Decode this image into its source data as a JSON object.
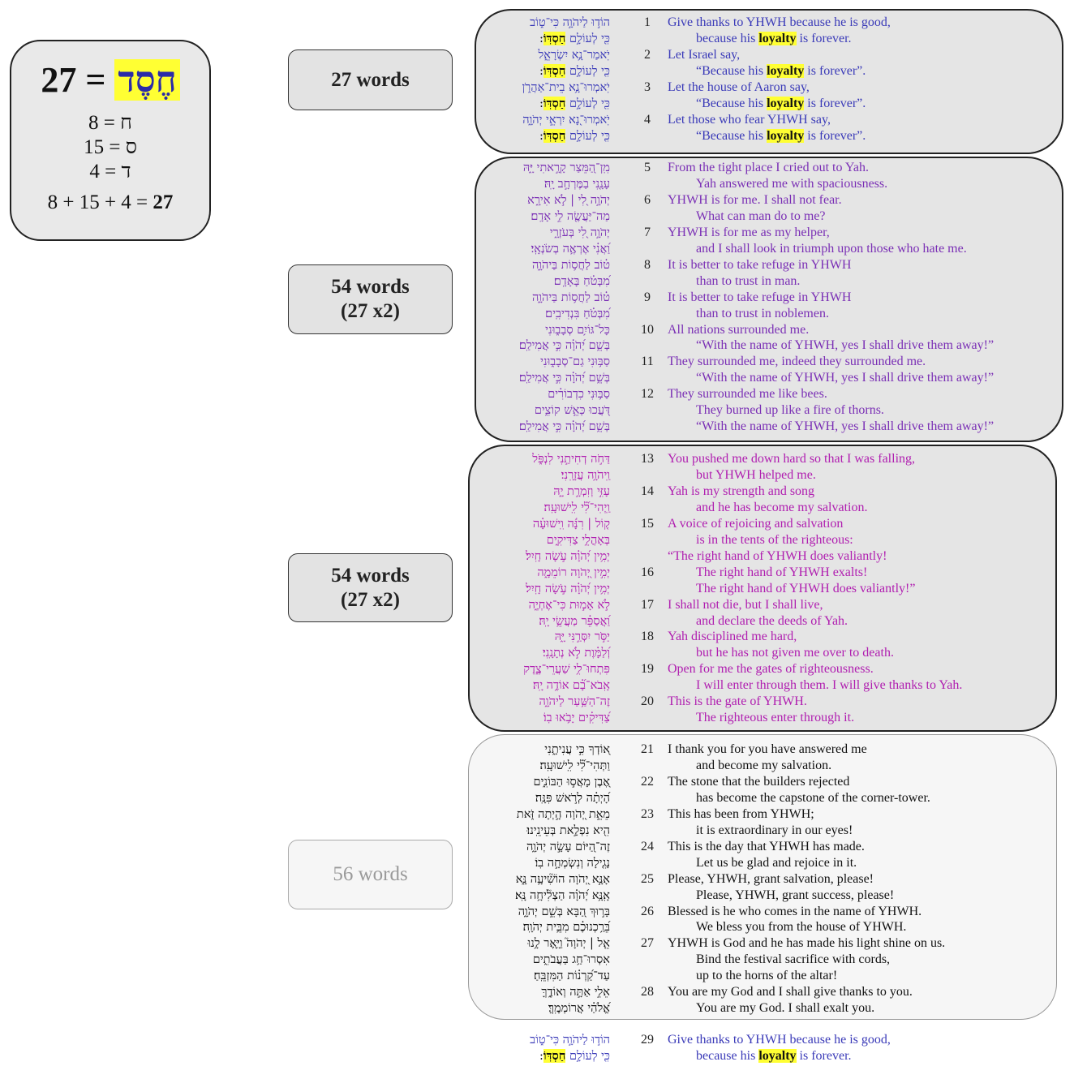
{
  "gematria": {
    "number": "27",
    "equals": "=",
    "word": "חֶסֶד",
    "rows": [
      "8 = ח",
      "15 = ס",
      "4 = ד"
    ],
    "sum_text": "8 + 15 + 4 = ",
    "sum_total": "27"
  },
  "colors": {
    "blue": "#3a3ab8",
    "purple": "#7a2fb5",
    "magenta": "#b01eb0",
    "black": "#111111",
    "highlight": "#ffff33"
  },
  "word_counts": [
    {
      "l1": "27 words",
      "l2": ""
    },
    {
      "l1": "54 words",
      "l2": "(27 x2)"
    },
    {
      "l1": "54 words",
      "l2": "(27 x2)"
    },
    {
      "l1": "56 words",
      "l2": ""
    }
  ],
  "lines": [
    {
      "h": "הוֹד֣וּ לַיהֹוָ֣ה כִּי־ט֑וֹב",
      "n": "1",
      "e": "Give thanks to YHWH because he is good,",
      "c": "blue"
    },
    {
      "h": "כִּ֖י לְעוֹלָ֣ם ",
      "hh": "חַסְדּֽוֹ",
      "ht": ":",
      "n": "",
      "e": "because his ",
      "ehh": "loyalty",
      "et": " is forever.",
      "c": "blue",
      "ind": true
    },
    {
      "h": "יֹֽאמַר־נָ֥א יִשְׂרָאֵ֑ל",
      "n": "2",
      "e": "Let Israel say,",
      "c": "blue"
    },
    {
      "h": "כִּ֖י לְעוֹלָ֣ם ",
      "hh": "חַסְדּֽוֹ",
      "ht": ":",
      "n": "",
      "e": "“Because his ",
      "ehh": "loyalty",
      "et": " is forever”.",
      "c": "blue",
      "ind": true
    },
    {
      "h": "יֹֽאמְרוּ־נָ֥א בֵית־אַהֲרֹ֑ן",
      "n": "3",
      "e": "Let the house of Aaron say,",
      "c": "blue"
    },
    {
      "h": "כִּ֖י לְעוֹלָ֣ם ",
      "hh": "חַסְדּֽוֹ",
      "ht": ":",
      "n": "",
      "e": "“Because his ",
      "ehh": "loyalty",
      "et": " is forever”.",
      "c": "blue",
      "ind": true
    },
    {
      "h": "יֹֽאמְרוּ־נָ֭א יִרְאֵ֣י יְהֹוָ֑ה",
      "n": "4",
      "e": "Let those who fear YHWH say,",
      "c": "blue"
    },
    {
      "h": "כִּ֖י לְעוֹלָ֣ם ",
      "hh": "חַסְדּֽוֹ",
      "ht": ":",
      "n": "",
      "e": "“Because his ",
      "ehh": "loyalty",
      "et": " is forever”.",
      "c": "blue",
      "ind": true
    },
    {
      "h": "מִֽן־הַ֭מֵּצַר קָרָ֣אתִי יָּ֑הּ",
      "n": "5",
      "e": "From the tight place I cried out to Yah.",
      "c": "purple"
    },
    {
      "h": "עָנָ֖נִי בַמֶּרְחָ֣ב יָֽהּ׃",
      "n": "",
      "e": "Yah answered me with spaciousness.",
      "c": "purple",
      "ind": true
    },
    {
      "h": "יְהֹוָ֣ה לִ֭י | לֹ֣א אִירָ֑א",
      "n": "6",
      "e": "YHWH is for me. I shall not fear.",
      "c": "purple"
    },
    {
      "h": "מַה־יַּעֲשֶׂ֖ה לִ֣י אָדָֽם׃",
      "n": "",
      "e": "What can man do to me?",
      "c": "purple",
      "ind": true
    },
    {
      "h": "יְהֹוָ֣ה לִ֭י בְּעֹזְרָ֑י",
      "n": "7",
      "e": "YHWH is for me as my helper,",
      "c": "purple"
    },
    {
      "h": "וַ֝אֲנִ֗י אֶרְאֶ֥ה בְשֹׂנְאָֽי׃",
      "n": "",
      "e": "and I shall look in triumph upon those who hate me.",
      "c": "purple",
      "ind": true
    },
    {
      "h": "ט֗וֹב לַחֲס֥וֹת בַּיהֹוָ֑ה",
      "n": "8",
      "e": "It is better to take refuge in YHWH",
      "c": "purple"
    },
    {
      "h": "מִ֝בְּטֹ֗חַ בָּאָדָֽם׃",
      "n": "",
      "e": "than to trust in man.",
      "c": "purple",
      "ind": true
    },
    {
      "h": "ט֗וֹב לַחֲס֥וֹת בַּיהֹוָ֑ה",
      "n": "9",
      "e": "It is better to take refuge in YHWH",
      "c": "purple"
    },
    {
      "h": "מִ֝בְּטֹ֗חַ בִּנְדִיבִֽים׃",
      "n": "",
      "e": "than to trust in noblemen.",
      "c": "purple",
      "ind": true
    },
    {
      "h": "כָּל־גּוֹיִ֥ם סְבָב֑וּנִי",
      "n": "10",
      "e": "All nations surrounded me.",
      "c": "purple"
    },
    {
      "h": "בְּשֵׁ֥ם יְ֝הֹוָ֗ה כִּ֣י אֲמִילַֽם׃",
      "n": "",
      "e": "“With the name of YHWH, yes I shall drive them away!”",
      "c": "purple",
      "ind": true
    },
    {
      "h": "סַבּ֥וּנִי גַם־סְבָב֑וּנִי",
      "n": "11",
      "e": "They surrounded me, indeed they surrounded me.",
      "c": "purple"
    },
    {
      "h": "בְּשֵׁ֥ם יְ֝הֹוָ֗ה כִּ֣י אֲמִילַֽם׃",
      "n": "",
      "e": "“With the name of YHWH, yes I shall drive them away!”",
      "c": "purple",
      "ind": true
    },
    {
      "h": "סַבּ֥וּנִי כִדְבוֹרִ֗ים",
      "n": "12",
      "e": "They surrounded me like bees.",
      "c": "purple"
    },
    {
      "h": "דֹּ֭עֲכוּ כְּאֵ֣שׁ קוֹצִ֑ים",
      "n": "",
      "e": "They burned up like a fire of thorns.",
      "c": "purple",
      "ind": true
    },
    {
      "h": "בְּשֵׁ֥ם יְ֝הֹוָ֗ה כִּ֣י אֲמִילַֽם׃",
      "n": "",
      "e": "“With the name of YHWH, yes I shall drive them away!”",
      "c": "purple",
      "ind": true
    },
    {
      "h": "דַּחֹ֣ה דְחִיתַ֣נִי לִנְפֹּ֑ל",
      "n": "13",
      "e": "You pushed me down hard so that I was falling,",
      "c": "magenta"
    },
    {
      "h": "וַֽיהֹוָ֥ה עֲזָרָֽנִי׃",
      "n": "",
      "e": "but YHWH helped me.",
      "c": "magenta",
      "ind": true
    },
    {
      "h": "עָזִּ֣י וְזִמְרָ֣ת יָ֑הּ",
      "n": "14",
      "e": "Yah is my strength and song",
      "c": "magenta"
    },
    {
      "h": "וַֽיְהִי־לִ֝֗י לִֽישׁוּעָֽה׃",
      "n": "",
      "e": "and he has become my salvation.",
      "c": "magenta",
      "ind": true
    },
    {
      "h": "ק֤וֹל | רִנָּ֬ה וִֽישׁוּעָ֗ה",
      "n": "15",
      "e": "A voice of rejoicing and salvation",
      "c": "magenta"
    },
    {
      "h": "בְּאָהֳלֵ֥י צַדִּיקִ֑ים",
      "n": "",
      "e": "is in the tents of the righteous:",
      "c": "magenta",
      "ind": true
    },
    {
      "h": "יְמִ֥ין יְ֝הֹוָ֗ה עֹ֣שָׂה חָֽיִל׃",
      "n": "",
      "e": "“The right hand of YHWH does valiantly!",
      "c": "magenta"
    },
    {
      "h": "יְמִ֣ין יְ֭הֹוָה רוֹמֵמָ֑ה",
      "n": "16",
      "e": "The right hand of YHWH exalts!",
      "c": "magenta",
      "ind": true
    },
    {
      "h": "יְמִ֥ין יְ֝הֹוָ֗ה עֹ֣שָׂה חָֽיִל׃",
      "n": "",
      "e": "The right hand of YHWH does valiantly!”",
      "c": "magenta",
      "ind": true
    },
    {
      "h": "לֹ֣א אָמ֣וּת כִּי־אֶחְיֶ֑ה",
      "n": "17",
      "e": "I shall not die, but I shall live,",
      "c": "magenta"
    },
    {
      "h": "וַ֝אֲסַפֵּ֗ר מַעֲשֵׂ֥י יָֽהּ׃",
      "n": "",
      "e": "and declare the deeds of Yah.",
      "c": "magenta",
      "ind": true
    },
    {
      "h": "יַסֹּ֣ר יִסְּרַ֣נִּי יָּ֑הּ",
      "n": "18",
      "e": "Yah disciplined me hard,",
      "c": "magenta"
    },
    {
      "h": "וְ֝לַמָּ֗וֶת לֹ֣א נְתָנָֽנִי׃",
      "n": "",
      "e": "but he has not given me over to death.",
      "c": "magenta",
      "ind": true
    },
    {
      "h": "פִּתְחוּ־לִ֥י שַׁעֲרֵי־צֶ֑דֶק",
      "n": "19",
      "e": "Open for me the gates of righteousness.",
      "c": "magenta"
    },
    {
      "h": "אָֽבֹא־בָ֝֗ם אוֹדֶ֥ה יָֽהּ׃",
      "n": "",
      "e": "I will enter through them. I will give thanks to Yah.",
      "c": "magenta",
      "ind": true
    },
    {
      "h": "זֶה־הַשַּׁ֥עַר לַיהֹוָ֑ה",
      "n": "20",
      "e": "This is the gate of YHWH.",
      "c": "magenta"
    },
    {
      "h": "צַ֝דִּיקִ֗ים יָבֹ֥אוּ בֽוֹ׃",
      "n": "",
      "e": "The righteous enter through it.",
      "c": "magenta",
      "ind": true
    },
    {
      "h": "א֭וֹדְךָ כִּ֣י עֲנִיתָ֑נִי",
      "n": "21",
      "e": "I thank you for you have answered me",
      "c": "black"
    },
    {
      "h": "וַתְּהִי־לִ֝֗י לִֽישׁוּעָֽה׃",
      "n": "",
      "e": "and become my salvation.",
      "c": "black",
      "ind": true
    },
    {
      "h": "אֶ֭בֶן מָאֲס֣וּ הַבּוֹנִ֑ים",
      "n": "22",
      "e": "The stone that the builders rejected",
      "c": "black"
    },
    {
      "h": "הָ֝יְתָ֗ה לְרֹ֣אשׁ פִּנָּֽה׃",
      "n": "",
      "e": "has become the capstone of the corner-tower.",
      "c": "black",
      "ind": true
    },
    {
      "h": "מֵאֵ֣ת יְ֭הֹוָה הָ֣יְתָה זֹּ֑את",
      "n": "23",
      "e": "This has been from YHWH;",
      "c": "black"
    },
    {
      "h": "הִ֖יא נִפְלָ֣את בְּעֵינֵֽינוּ׃",
      "n": "",
      "e": "it is extraordinary in our eyes!",
      "c": "black",
      "ind": true
    },
    {
      "h": "זֶה־הַ֭יּוֹם עָשָׂ֣ה יְהֹוָ֑ה",
      "n": "24",
      "e": "This is the day that YHWH has made.",
      "c": "black"
    },
    {
      "h": "נָגִ֖ילָה וְנִשְׂמְחָ֣ה בֽוֹ׃",
      "n": "",
      "e": "Let us be glad and rejoice in it.",
      "c": "black",
      "ind": true
    },
    {
      "h": "אָנָּ֣א יְ֭הֹוָה הוֹשִׁ֘יעָ֥ה נָּ֑א",
      "n": "25",
      "e": "Please, YHWH, grant salvation, please!",
      "c": "black"
    },
    {
      "h": "אָֽנָּ֥א יְ֝הֹוָ֗ה הַצְלִ֘יחָ֥ה נָּֽא׃",
      "n": "",
      "e": "Please, YHWH, grant success, please!",
      "c": "black",
      "ind": true
    },
    {
      "h": "בָּר֣וּךְ הַ֭בָּא בְּשֵׁ֣ם יְהֹוָ֑ה",
      "n": "26",
      "e": "Blessed is he who comes in the name of YHWH.",
      "c": "black"
    },
    {
      "h": "בֵּ֝רַ֥כְנוּכֶ֗ם מִבֵּ֥ית יְהֹוָֽה׃",
      "n": "",
      "e": "We bless you from the house of YHWH.",
      "c": "black",
      "ind": true
    },
    {
      "h": "אֵ֤ל | יְהֹוָה֮ וַיָּ֪אֶר לָ֥נוּ",
      "n": "27",
      "e": "YHWH is God and he has made his light shine on us.",
      "c": "black"
    },
    {
      "h": "אִסְרוּ־חַ֥ג בַּעֲבֹתִ֑ים",
      "n": "",
      "e": "Bind the festival sacrifice with cords,",
      "c": "black",
      "ind": true
    },
    {
      "h": "עַד־קַ֝רְנ֗וֹת הַמִּזְבֵּֽחַ׃",
      "n": "",
      "e": "up to the horns of the altar!",
      "c": "black",
      "ind": true
    },
    {
      "h": "אֵלִ֣י אַתָּ֣ה וְאוֹדֶ֑ךָּ",
      "n": "28",
      "e": "You are my God and I shall give thanks to you.",
      "c": "black"
    },
    {
      "h": "אֱ֝לֹהַ֗י אֲרוֹמְמֶֽךָּ׃",
      "n": "",
      "e": "You are my God. I shall exalt you.",
      "c": "black",
      "ind": true
    },
    {
      "h": "הוֹד֣וּ לַיהֹוָ֣ה כִּי־ט֑וֹב",
      "n": "29",
      "e": "Give thanks to YHWH because he is good,",
      "c": "blue"
    },
    {
      "h": "כִּ֖י לְעוֹלָ֣ם ",
      "hh": "חַסְדּֽוֹ",
      "ht": ":",
      "n": "",
      "e": "because his ",
      "ehh": "loyalty",
      "et": " is forever.",
      "c": "blue",
      "ind": true
    }
  ]
}
